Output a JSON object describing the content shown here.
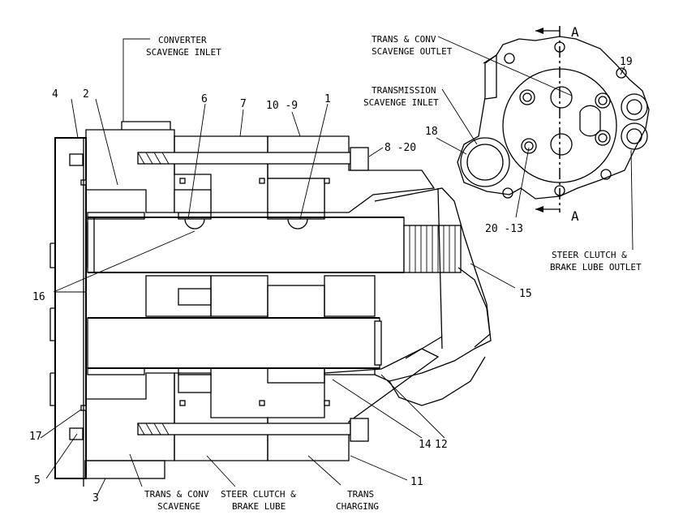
{
  "labels": {
    "converter_scavenge_inlet": [
      "CONVERTER",
      "SCAVENGE INLET"
    ],
    "trans_conv_scavenge_outlet": [
      "TRANS & CONV",
      "SCAVENGE OUTLET"
    ],
    "transmission_scavenge_inlet": [
      "TRANSMISSION",
      "SCAVENGE INLET"
    ],
    "steer_clutch_brake_lube_outlet": [
      "STEER CLUTCH &",
      "BRAKE LUBE OUTLET"
    ],
    "trans_conv_scavenge": [
      "TRANS & CONV",
      "SCAVENGE"
    ],
    "steer_clutch_brake_lube": [
      "STEER CLUTCH &",
      "BRAKE LUBE"
    ],
    "trans_charging": [
      "TRANS",
      "CHARGING"
    ],
    "section_marker": "A"
  },
  "callouts": {
    "c1": "1",
    "c2": "2",
    "c3": "3",
    "c4": "4",
    "c5": "5",
    "c6": "6",
    "c7": "7",
    "c8": "8 -20",
    "c10": "10 -9",
    "c11": "11",
    "c12": "12",
    "c14": "14",
    "c15": "15",
    "c16": "16",
    "c17": "17",
    "c18": "18",
    "c19": "19",
    "c20": "20 -13"
  }
}
